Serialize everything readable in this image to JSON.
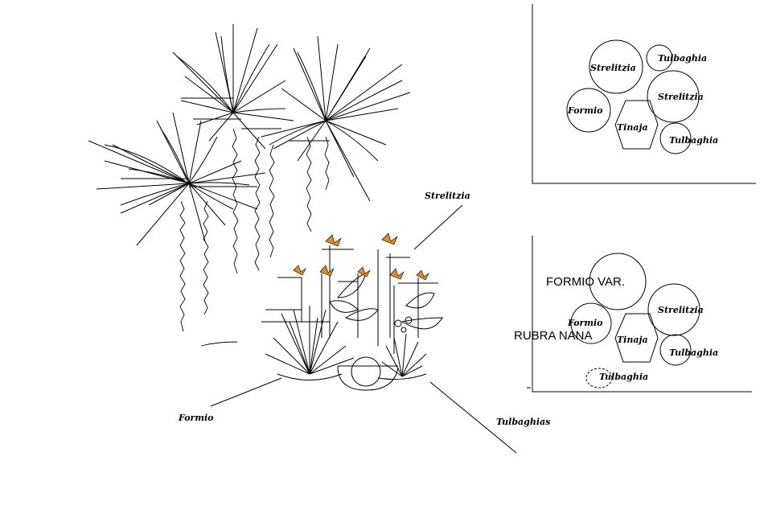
{
  "elevation": {
    "labels": {
      "strelitzia": "Strelitzia",
      "formio": "Formio",
      "tulbaghias": "Tulbaghias"
    }
  },
  "plan_top": {
    "strelitzia_1": "Strelitzia",
    "tulbaghia_1": "Tulbaghia",
    "strelitzia_2": "Strelitzia",
    "formio": "Formio",
    "tinaja": "Tinaja",
    "tulbaghia_2": "Tulbaghia"
  },
  "plan_bottom": {
    "formio_var": "FORMIO VAR.",
    "strelitzia": "Strelitzia",
    "formio": "Formio",
    "rubra_nana": "RUBRA NANA",
    "tinaja": "Tinaja",
    "tulbaghia_1": "Tulbaghia",
    "tulbaghia_2": "Tulbaghia"
  }
}
